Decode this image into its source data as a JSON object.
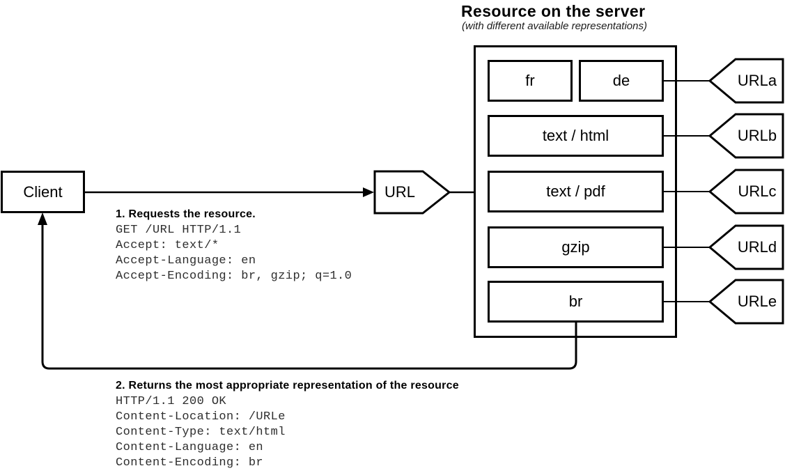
{
  "title": {
    "heading": "Resource on the server",
    "subheading": "(with different available representations)"
  },
  "client": {
    "label": "Client"
  },
  "url_node": {
    "label": "URL"
  },
  "server": {
    "representations": {
      "fr": "fr",
      "de": "de",
      "html": "text / html",
      "pdf": "text / pdf",
      "gzip": "gzip",
      "br": "br"
    },
    "urls": [
      "URLa",
      "URLb",
      "URLc",
      "URLd",
      "URLe"
    ]
  },
  "request": {
    "step_label": "1. Requests the resource.",
    "lines": [
      "GET /URL HTTP/1.1",
      "Accept: text/*",
      "Accept-Language: en",
      "Accept-Encoding: br, gzip; q=1.0"
    ]
  },
  "response": {
    "step_label": "2. Returns the most appropriate representation of the resource",
    "lines": [
      "HTTP/1.1 200 OK",
      "Content-Location: /URLe",
      "Content-Type: text/html",
      "Content-Language: en",
      "Content-Encoding: br"
    ]
  },
  "colors": {
    "stroke": "#000000",
    "background": "#ffffff",
    "mono_text": "#2e2e2e"
  }
}
